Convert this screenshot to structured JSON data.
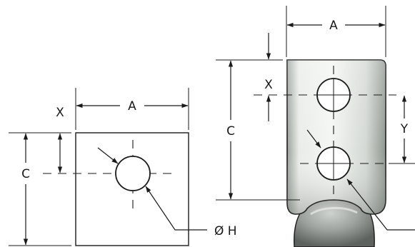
{
  "diagram": {
    "left_view": {
      "dimension_labels": {
        "a": "A",
        "c": "C",
        "x": "X",
        "hole": "Ø H"
      }
    },
    "right_view": {
      "dimension_labels": {
        "a": "A",
        "c": "C",
        "x": "X",
        "y": "Y"
      }
    },
    "colors": {
      "line": "#1a1a1a",
      "background": "#ffffff",
      "lug_light": "#f2f4f1",
      "lug_mid": "#d6dbd6",
      "lug_dark": "#8e948f"
    }
  }
}
